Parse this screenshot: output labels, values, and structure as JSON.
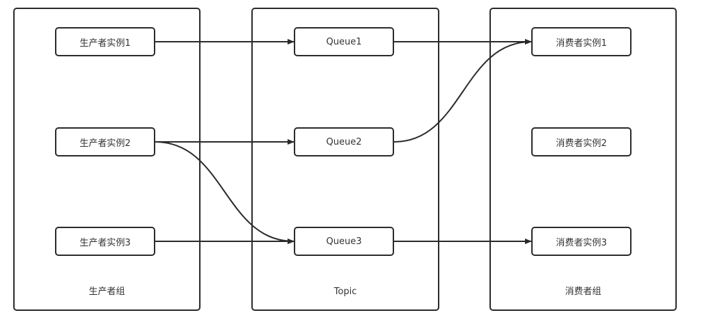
{
  "groups": {
    "producer": {
      "label": "生产者组"
    },
    "topic": {
      "label": "Topic"
    },
    "consumer": {
      "label": "消费者组"
    }
  },
  "nodes": {
    "p1": "生产者实例1",
    "p2": "生产者实例2",
    "p3": "生产者实例3",
    "q1": "Queue1",
    "q2": "Queue2",
    "q3": "Queue3",
    "c1": "消费者实例1",
    "c2": "消费者实例2",
    "c3": "消费者实例3"
  },
  "edges": [
    {
      "from": "p1",
      "to": "q1"
    },
    {
      "from": "p2",
      "to": "q2"
    },
    {
      "from": "p2",
      "to": "q3"
    },
    {
      "from": "p3",
      "to": "q3"
    },
    {
      "from": "q1",
      "to": "c1"
    },
    {
      "from": "q2",
      "to": "c1"
    },
    {
      "from": "q3",
      "to": "c3"
    }
  ],
  "colors": {
    "stroke": "#2b2b2b",
    "text": "#333333",
    "background": "#ffffff"
  }
}
